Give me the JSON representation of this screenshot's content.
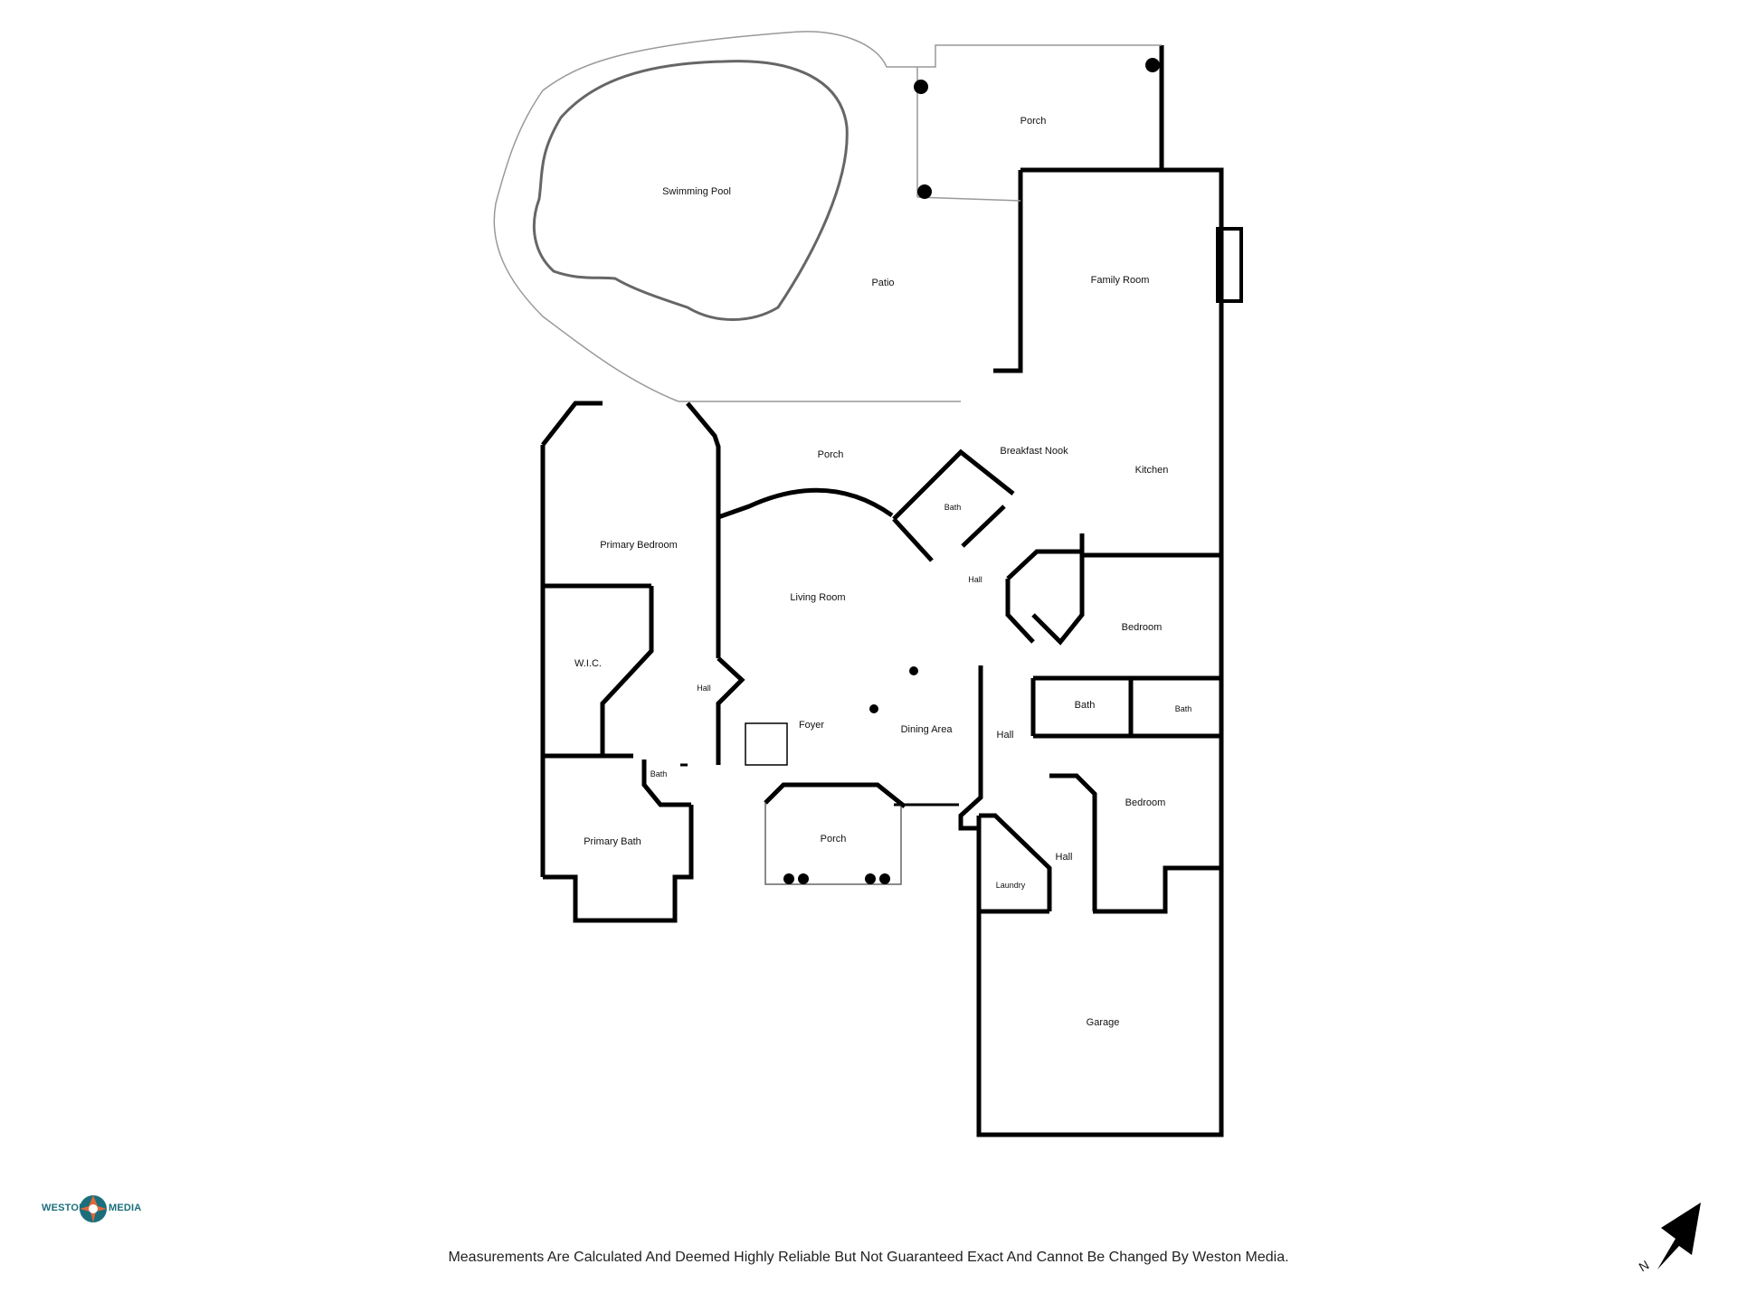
{
  "rooms": {
    "porch_back": "Porch",
    "swimming_pool": "Swimming Pool",
    "patio": "Patio",
    "family_room": "Family Room",
    "porch_mid": "Porch",
    "breakfast_nook": "Breakfast Nook",
    "kitchen": "Kitchen",
    "primary_bedroom": "Primary Bedroom",
    "bath_center": "Bath",
    "living_room": "Living Room",
    "hall_center": "Hall",
    "bedroom_1": "Bedroom",
    "wic": "W.I.C.",
    "hall_left": "Hall",
    "bath_1": "Bath",
    "bath_2": "Bath",
    "foyer": "Foyer",
    "dining_area": "Dining Area",
    "hall_right": "Hall",
    "bath_small": "Bath",
    "primary_bath": "Primary Bath",
    "porch_front": "Porch",
    "bedroom_2": "Bedroom",
    "hall_lower": "Hall",
    "laundry": "Laundry",
    "garage": "Garage"
  },
  "logo": {
    "left_text": "WESTON",
    "right_text": "MEDIA"
  },
  "disclaimer": "Measurements Are Calculated And Deemed Highly Reliable But Not Guaranteed Exact And Cannot Be Changed By Weston Media.",
  "compass": {
    "label": "N",
    "icon": "north-arrow-icon"
  },
  "colors": {
    "wall": "#000000",
    "thin_line": "#999999",
    "logo": "#1b6f7c",
    "logo_accent": "#e0683a"
  }
}
